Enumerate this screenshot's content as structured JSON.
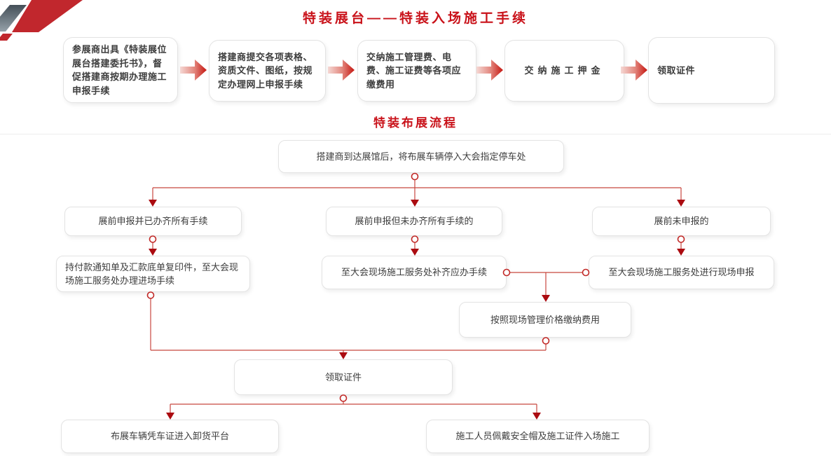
{
  "titles": {
    "entry_procedure": "特装展台——特装入场施工手续",
    "setup_process": "特装布展流程"
  },
  "entry_flow": {
    "steps": [
      "参展商出具《特装展位展台搭建委托书》，督促搭建商按期办理施工申报手续",
      "搭建商提交各项表格、资质文件、图纸，按规定办理网上申报手续",
      "交纳施工管理费、电费、施工证费等各项应缴费用",
      "交纳施工押金",
      "领取证件"
    ]
  },
  "setup_flow": {
    "start": "搭建商到达展馆后，将布展车辆停入大会指定停车处",
    "branch_left": "展前申报并已办齐所有手续",
    "branch_middle": "展前申报但未办齐所有手续的",
    "branch_right": "展前未申报的",
    "left_action": "持付款通知单及汇款底单复印件，至大会现场施工服务处办理进场手续",
    "middle_action": "至大会现场施工服务处补齐应办手续",
    "right_action": "至大会现场施工服务处进行现场申报",
    "pay_onsite": "按照现场管理价格缴纳费用",
    "get_credentials": "领取证件",
    "final_left": "布展车辆凭车证进入卸货平台",
    "final_right": "施工人员佩戴安全帽及施工证件入场施工"
  },
  "colors": {
    "title_red": "#c9121a",
    "connector_red": "#c8473f",
    "arrowhead_red": "#ab0b10",
    "logo_red": "#c1272d",
    "logo_gray_dark": "#454f58",
    "logo_gray_light": "#95a1a9",
    "box_border": "#e3e3e3",
    "text": "#3d3d3d"
  }
}
